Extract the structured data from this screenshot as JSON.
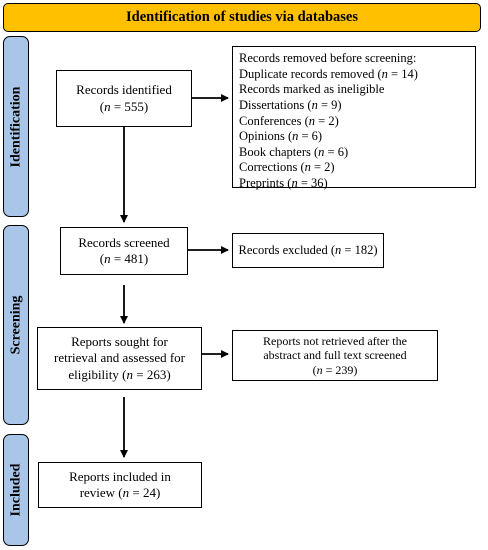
{
  "header": {
    "title": "Identification of studies via databases"
  },
  "stages": {
    "identification": "Identification",
    "screening": "Screening",
    "included": "Included"
  },
  "identified": {
    "line1": "Records identified",
    "n_prefix": "n",
    "n_value": "= 555"
  },
  "removed": {
    "title": "Records removed before screening:",
    "items": [
      {
        "label": "Duplicate records removed (",
        "n": "n",
        "value": " = 14)"
      },
      {
        "label": "Records marked as ineligible",
        "n": "",
        "value": ""
      },
      {
        "label": "Dissertations (",
        "n": "n",
        "value": " = 9)"
      },
      {
        "label": "Conferences (",
        "n": "n",
        "value": " = 2)"
      },
      {
        "label": "Opinions (",
        "n": "n",
        "value": " = 6)"
      },
      {
        "label": "Book chapters (",
        "n": "n",
        "value": " = 6)"
      },
      {
        "label": "Corrections (",
        "n": "n",
        "value": " = 2)"
      },
      {
        "label": "Preprints (",
        "n": "n",
        "value": " = 36)"
      }
    ]
  },
  "screened": {
    "line1": "Records screened",
    "n_prefix": "n",
    "n_value": "= 481"
  },
  "excluded": {
    "label": "Records excluded (",
    "n": "n",
    "value": " = 182)"
  },
  "sought": {
    "line1": "Reports sought for",
    "line2": "retrieval and assessed for",
    "line3_label": "eligibility (",
    "n": "n",
    "value": " = 263)"
  },
  "not_retrieved": {
    "line1": "Reports not retrieved after the",
    "line2": "abstract and full text screened",
    "n": "n",
    "value": " = 239"
  },
  "included": {
    "line1": "Reports included in",
    "line2_label": "review (",
    "n": "n",
    "value": " = 24)"
  }
}
